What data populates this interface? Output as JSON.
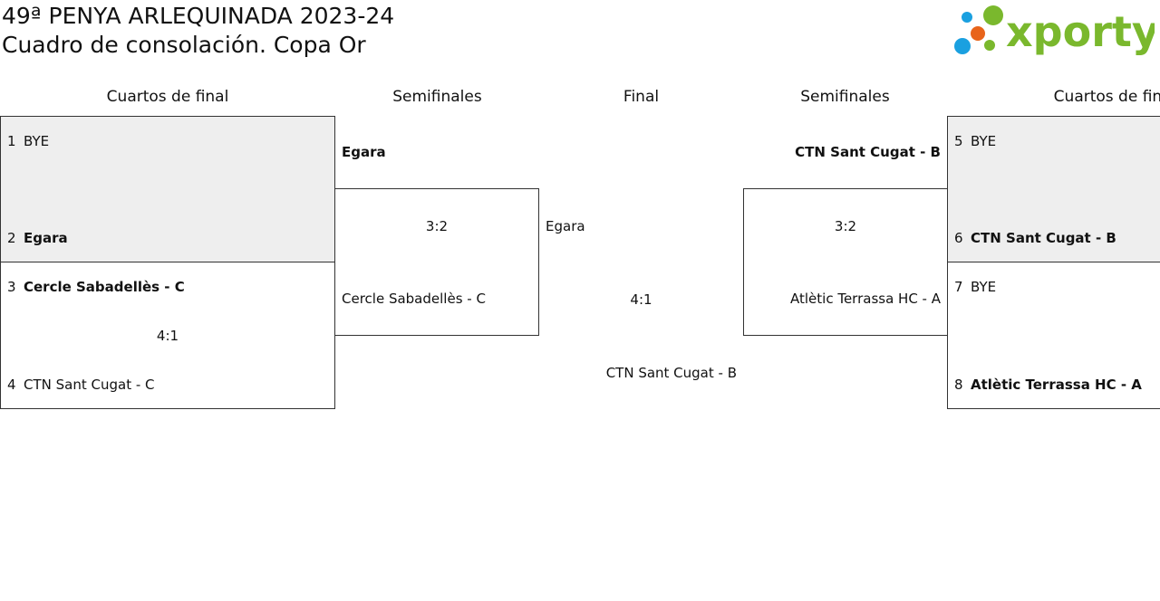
{
  "header": {
    "title_line1": "49ª PENYA ARLEQUINADA 2023-24",
    "title_line2": "Cuadro de consolación. Copa Or",
    "logo_text": "xporty",
    "logo_colors": {
      "green": "#7ab82d",
      "blue": "#1aa0e0",
      "orange": "#e8641a"
    }
  },
  "columns": {
    "qf_left": "Cuartos de final",
    "sf_left": "Semifinales",
    "final": "Final",
    "sf_right": "Semifinales",
    "qf_right": "Cuartos de final"
  },
  "quarterfinals_left": [
    {
      "seed_a": "1",
      "team_a": "BYE",
      "seed_b": "2",
      "team_b": "Egara",
      "score": ""
    },
    {
      "seed_a": "3",
      "team_a": "Cercle Sabadellès - C",
      "seed_b": "4",
      "team_b": "CTN Sant Cugat - C",
      "score": "4:1"
    }
  ],
  "quarterfinals_right": [
    {
      "seed_a": "5",
      "team_a": "BYE",
      "seed_b": "6",
      "team_b": "CTN Sant Cugat - B",
      "score": ""
    },
    {
      "seed_a": "7",
      "team_a": "BYE",
      "seed_b": "8",
      "team_b": "Atlètic Terrassa HC - A",
      "score": ""
    }
  ],
  "semifinal_left": {
    "team_a": "Egara",
    "team_b": "Cercle Sabadellès - C",
    "score": "3:2"
  },
  "semifinal_right": {
    "team_a": "CTN Sant Cugat - B",
    "team_b": "Atlètic Terrassa HC - A",
    "score": "3:2"
  },
  "final": {
    "team_a": "Egara",
    "team_b": "CTN Sant Cugat - B",
    "score": "4:1"
  }
}
